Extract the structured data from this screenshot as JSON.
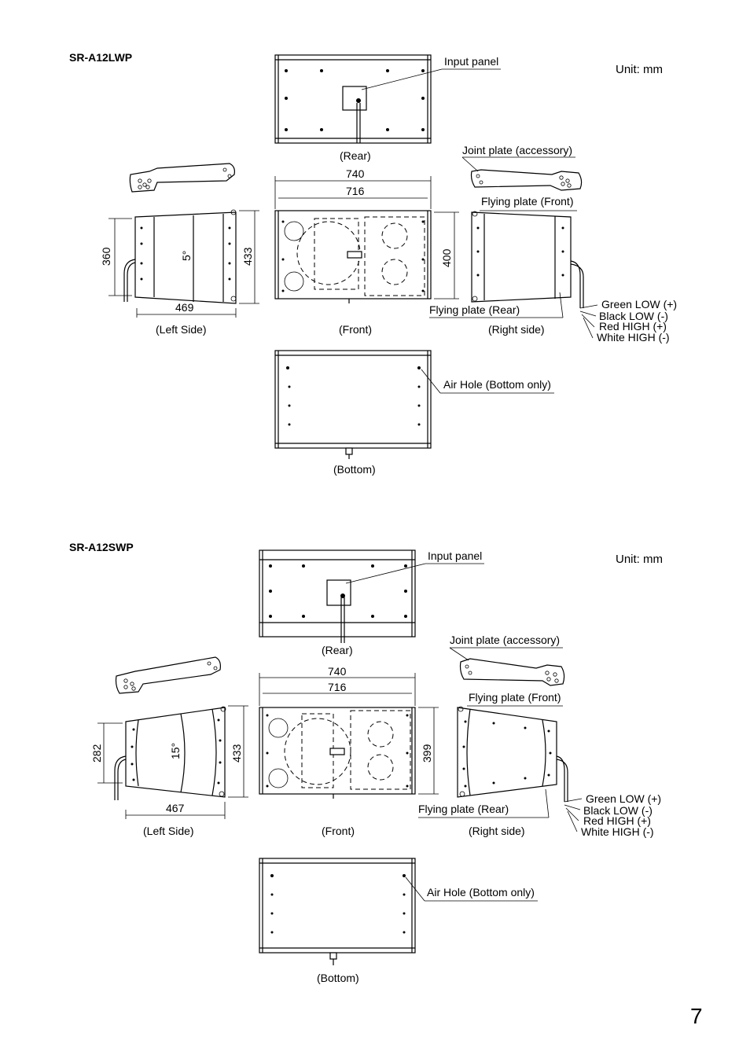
{
  "page_number": "7",
  "sections": [
    {
      "model": "SR-A12LWP",
      "unit": "Unit: mm",
      "views": {
        "rear": "(Rear)",
        "front": "(Front)",
        "left": "(Left Side)",
        "right": "(Right side)",
        "bottom": "(Bottom)"
      },
      "callouts": {
        "input_panel": "Input panel",
        "joint_plate": "Joint plate (accessory)",
        "flying_front": "Flying plate (Front)",
        "flying_rear": "Flying plate (Rear)",
        "air_hole": "Air Hole (Bottom only)"
      },
      "wires": [
        "Green LOW (+)",
        "Black LOW (-)",
        "Red HIGH (+)",
        "White HIGH (-)"
      ],
      "dims": {
        "width_outer": "740",
        "width_inner": "716",
        "front_height": "400",
        "side_front_h": "360",
        "side_rear_h": "433",
        "side_depth": "469",
        "angle": "5°"
      }
    },
    {
      "model": "SR-A12SWP",
      "unit": "Unit: mm",
      "views": {
        "rear": "(Rear)",
        "front": "(Front)",
        "left": "(Left Side)",
        "right": "(Right side)",
        "bottom": "(Bottom)"
      },
      "callouts": {
        "input_panel": "Input panel",
        "joint_plate": "Joint plate (accessory)",
        "flying_front": "Flying plate (Front)",
        "flying_rear": "Flying plate (Rear)",
        "air_hole": "Air Hole (Bottom only)"
      },
      "wires": [
        "Green LOW (+)",
        "Black LOW (-)",
        "Red HIGH (+)",
        "White HIGH (-)"
      ],
      "dims": {
        "width_outer": "740",
        "width_inner": "716",
        "front_height": "399",
        "side_front_h": "282",
        "side_rear_h": "433",
        "side_depth": "467",
        "angle": "15°"
      }
    }
  ]
}
